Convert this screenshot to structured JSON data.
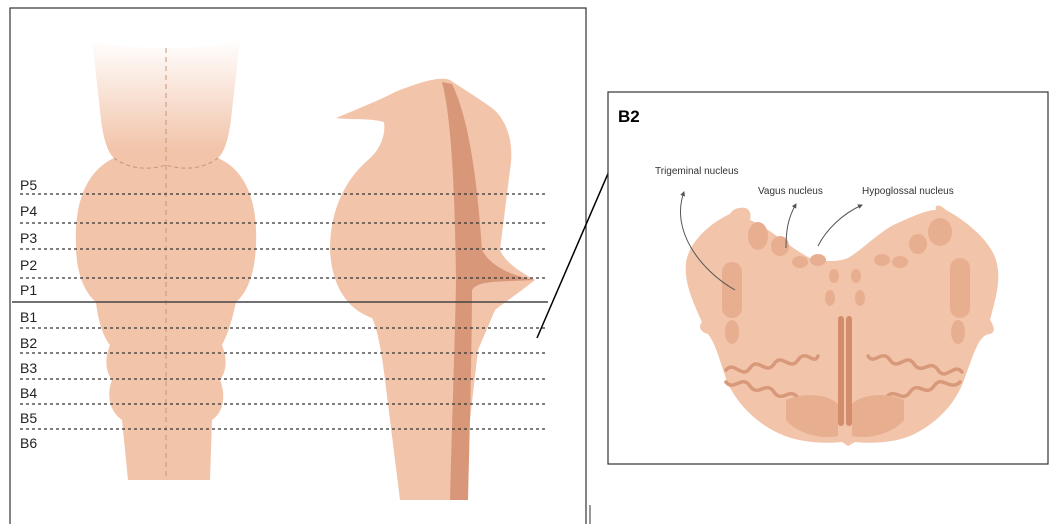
{
  "levels": [
    "P5",
    "P4",
    "P3",
    "P2",
    "P1",
    "B1",
    "B2",
    "B3",
    "B4",
    "B5",
    "B6"
  ],
  "inset": {
    "title": "B2",
    "nuclei": [
      "Trigeminal nucleus",
      "Vagus nucleus",
      "Hypoglossal nucleus"
    ]
  },
  "colors": {
    "tissue": "#f2c4aa",
    "tissue_dark": "#e4a98a",
    "nucleus": "#e8ae90",
    "midline": "#d38d6d",
    "frame": "#333333"
  }
}
